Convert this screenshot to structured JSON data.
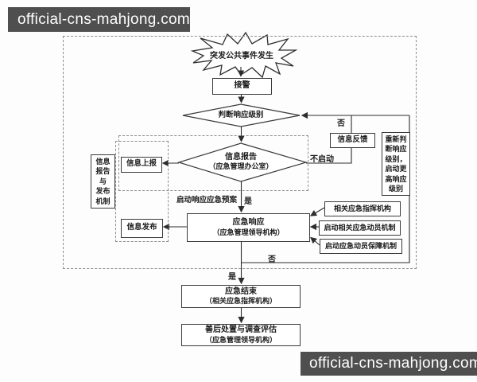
{
  "watermark": {
    "top_left": "official-cns-mahjong.com",
    "bottom_right": "official-cns-mahjong.com"
  },
  "flow": {
    "start": {
      "label": "突发公共事件发生"
    },
    "receive_alarm": {
      "label": "接警"
    },
    "judge_level": {
      "label": "判断响应级别"
    },
    "info_report": {
      "label": "信息报告",
      "org": "（应急管理办公室）"
    },
    "info_submit": {
      "label": "信息上报"
    },
    "info_feedback": {
      "label": "信息反馈"
    },
    "info_release": {
      "label": "信息发布"
    },
    "rejudge_note": {
      "label": "重新判\n断响应\n级别，\n启动更\n高响应\n级别"
    },
    "side_mechanism": {
      "label": "信息\n报告\n与\n发布\n机制"
    },
    "emergency_response": {
      "label": "应急响应",
      "org": "（应急管理领导机构）"
    },
    "related_command": {
      "label": "相关应急指挥机构"
    },
    "mobilization": {
      "label": "启动相关应急动员机制"
    },
    "guarantee": {
      "label": "启动应急动员保障机制"
    },
    "emergency_end": {
      "label": "应急结束",
      "org": "（相关应急指挥机构）"
    },
    "aftermath": {
      "label": "善后处置与调查评估",
      "org": "（应急管理领导机构）"
    }
  },
  "edge_labels": {
    "no_top": "否",
    "not_start": "不启动",
    "activate_plan": "启动响应应急预案",
    "yes_mid": "是",
    "no_bottom": "否",
    "yes_bottom": "是"
  }
}
